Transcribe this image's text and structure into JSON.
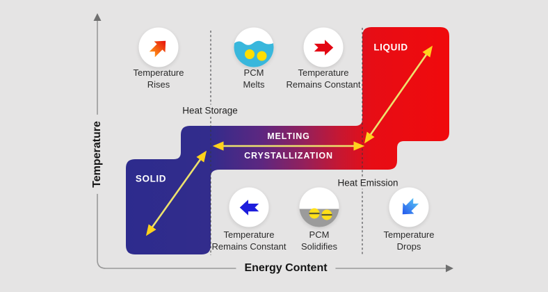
{
  "colors": {
    "background": "#E5E4E4",
    "solid_blue": "#2D2B8D",
    "liquid_red": "#EE0B0F",
    "arrow_line_yellow": "#EDE26E",
    "arrow_head_yellow": "#FFD21C",
    "axis_gray": "#979797",
    "icon_arrow_red": "#E30613",
    "icon_arrow_blue": "#1D1DDC",
    "melt_water_cyan": "#39B7DC",
    "solidify_gray": "#9B9B9B",
    "pcm_ball_yellow": "#FFDE00"
  },
  "axes": {
    "y_label": "Temperature",
    "x_label": "Energy Content"
  },
  "regions": {
    "solid_label": "SOLID",
    "liquid_label": "LIQUID"
  },
  "band": {
    "melting_label": "MELTING",
    "crystallization_label": "CRYSTALLIZATION"
  },
  "markers": {
    "heat_storage": "Heat Storage",
    "heat_emission": "Heat Emission"
  },
  "legend_top": [
    {
      "icon": "arrow-up-right-icon",
      "line1": "Temperature",
      "line2": "Rises"
    },
    {
      "icon": "pcm-melts-icon",
      "line1": "PCM",
      "line2": "Melts"
    },
    {
      "icon": "arrow-right-icon",
      "line1": "Temperature",
      "line2": "Remains Constant"
    }
  ],
  "legend_bottom": [
    {
      "icon": "arrow-left-icon",
      "line1": "Temperature",
      "line2": "Remains Constant"
    },
    {
      "icon": "pcm-solidifies-icon",
      "line1": "PCM",
      "line2": "Solidifies"
    },
    {
      "icon": "arrow-down-left-icon",
      "line1": "Temperature",
      "line2": "Drops"
    }
  ]
}
